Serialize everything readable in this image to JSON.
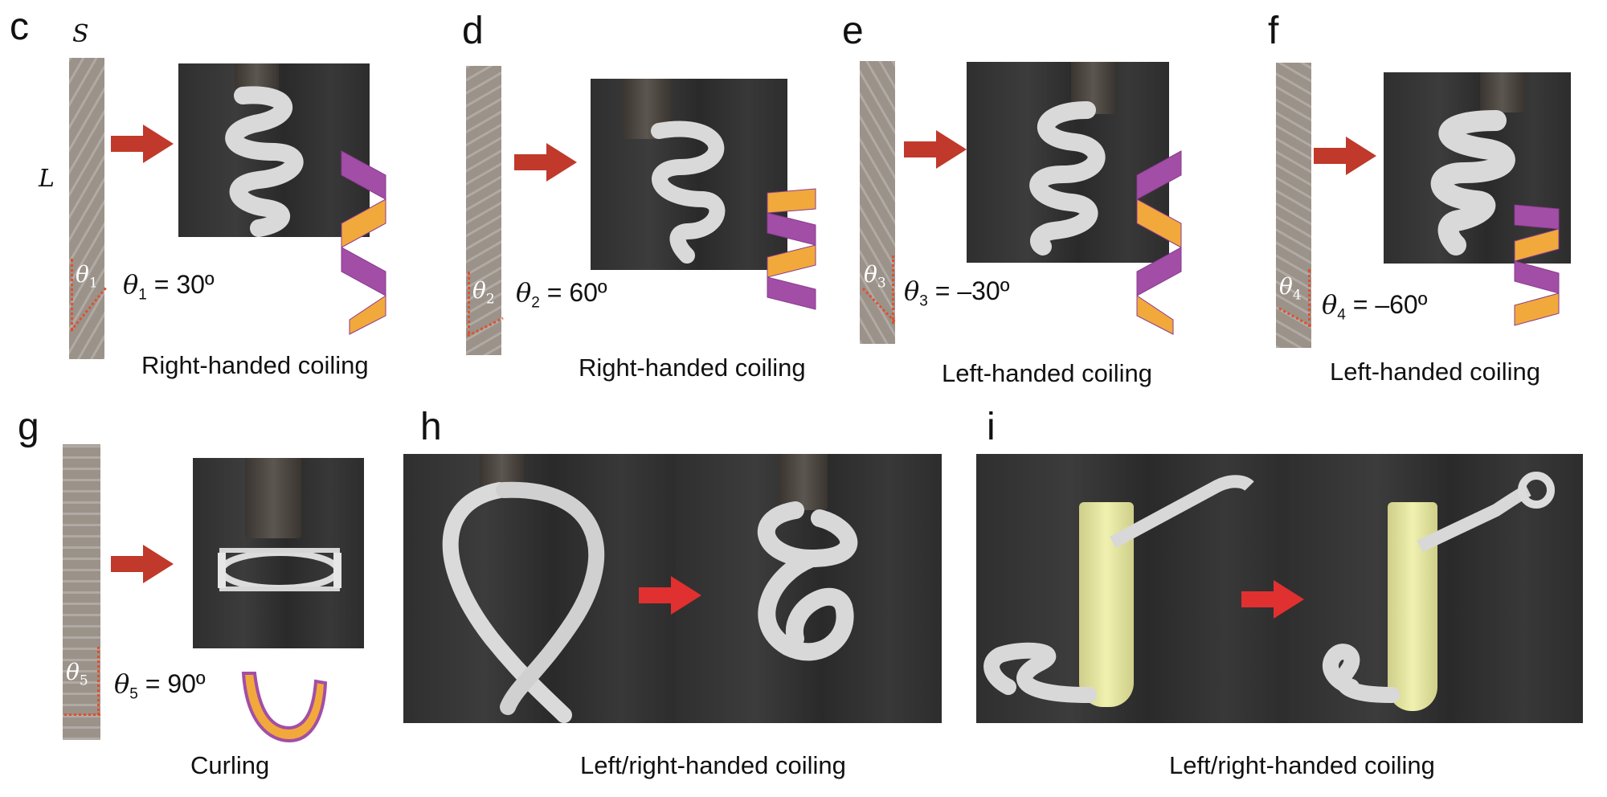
{
  "panels": {
    "c": {
      "label": "c",
      "theta_symbol": "θ",
      "index": "1",
      "eq_value": " = 30º",
      "caption": "Right-handed coiling"
    },
    "d": {
      "label": "d",
      "theta_symbol": "θ",
      "index": "2",
      "eq_value": " = 60º",
      "caption": "Right-handed coiling"
    },
    "e": {
      "label": "e",
      "theta_symbol": "θ",
      "index": "3",
      "eq_value": " = –30º",
      "caption": "Left-handed coiling"
    },
    "f": {
      "label": "f",
      "theta_symbol": "θ",
      "index": "4",
      "eq_value": " = –60º",
      "caption": "Left-handed coiling"
    },
    "g": {
      "label": "g",
      "theta_symbol": "θ",
      "index": "5",
      "eq_value": " = 90º",
      "caption": "Curling"
    },
    "h": {
      "label": "h",
      "caption": "Left/right-handed coiling"
    },
    "i": {
      "label": "i",
      "caption": "Left/right-handed coiling"
    }
  },
  "axis_labels": {
    "s": "S",
    "L": "L"
  },
  "colors": {
    "arrow": "#c0392b",
    "helix_purple": "#a34ea6",
    "helix_orange": "#f2a93b",
    "guide": "#e0502d"
  }
}
